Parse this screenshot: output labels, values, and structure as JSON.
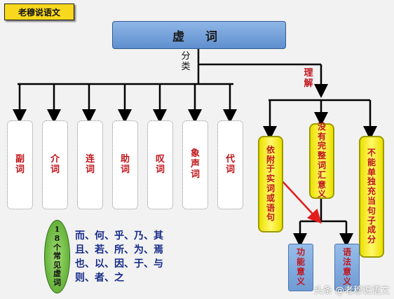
{
  "brand": "老穆说语文",
  "root": "虚 词",
  "edge_split": "分类",
  "edge_understand": "理解",
  "categories": [
    "副词",
    "介词",
    "连词",
    "助词",
    "叹词",
    "象声词",
    "代词"
  ],
  "characteristics": [
    "依附于实词或语句",
    "没有完整词汇意义",
    "不能单独充当句子成分"
  ],
  "meanings": [
    "功能意义",
    "语法意义"
  ],
  "common": {
    "title": "18个常见虚词",
    "lines": [
      "而、何、乎、乃、其",
      "且、若、所、为、焉",
      "也、以、因、于、与",
      "则、者、之"
    ]
  },
  "watermark": "头条 @老穆说语文",
  "colors": {
    "accent_red": "#c0141b",
    "root_blue": "#6f9bd4",
    "yellow": "#fff200",
    "green": "#6fc03a"
  }
}
